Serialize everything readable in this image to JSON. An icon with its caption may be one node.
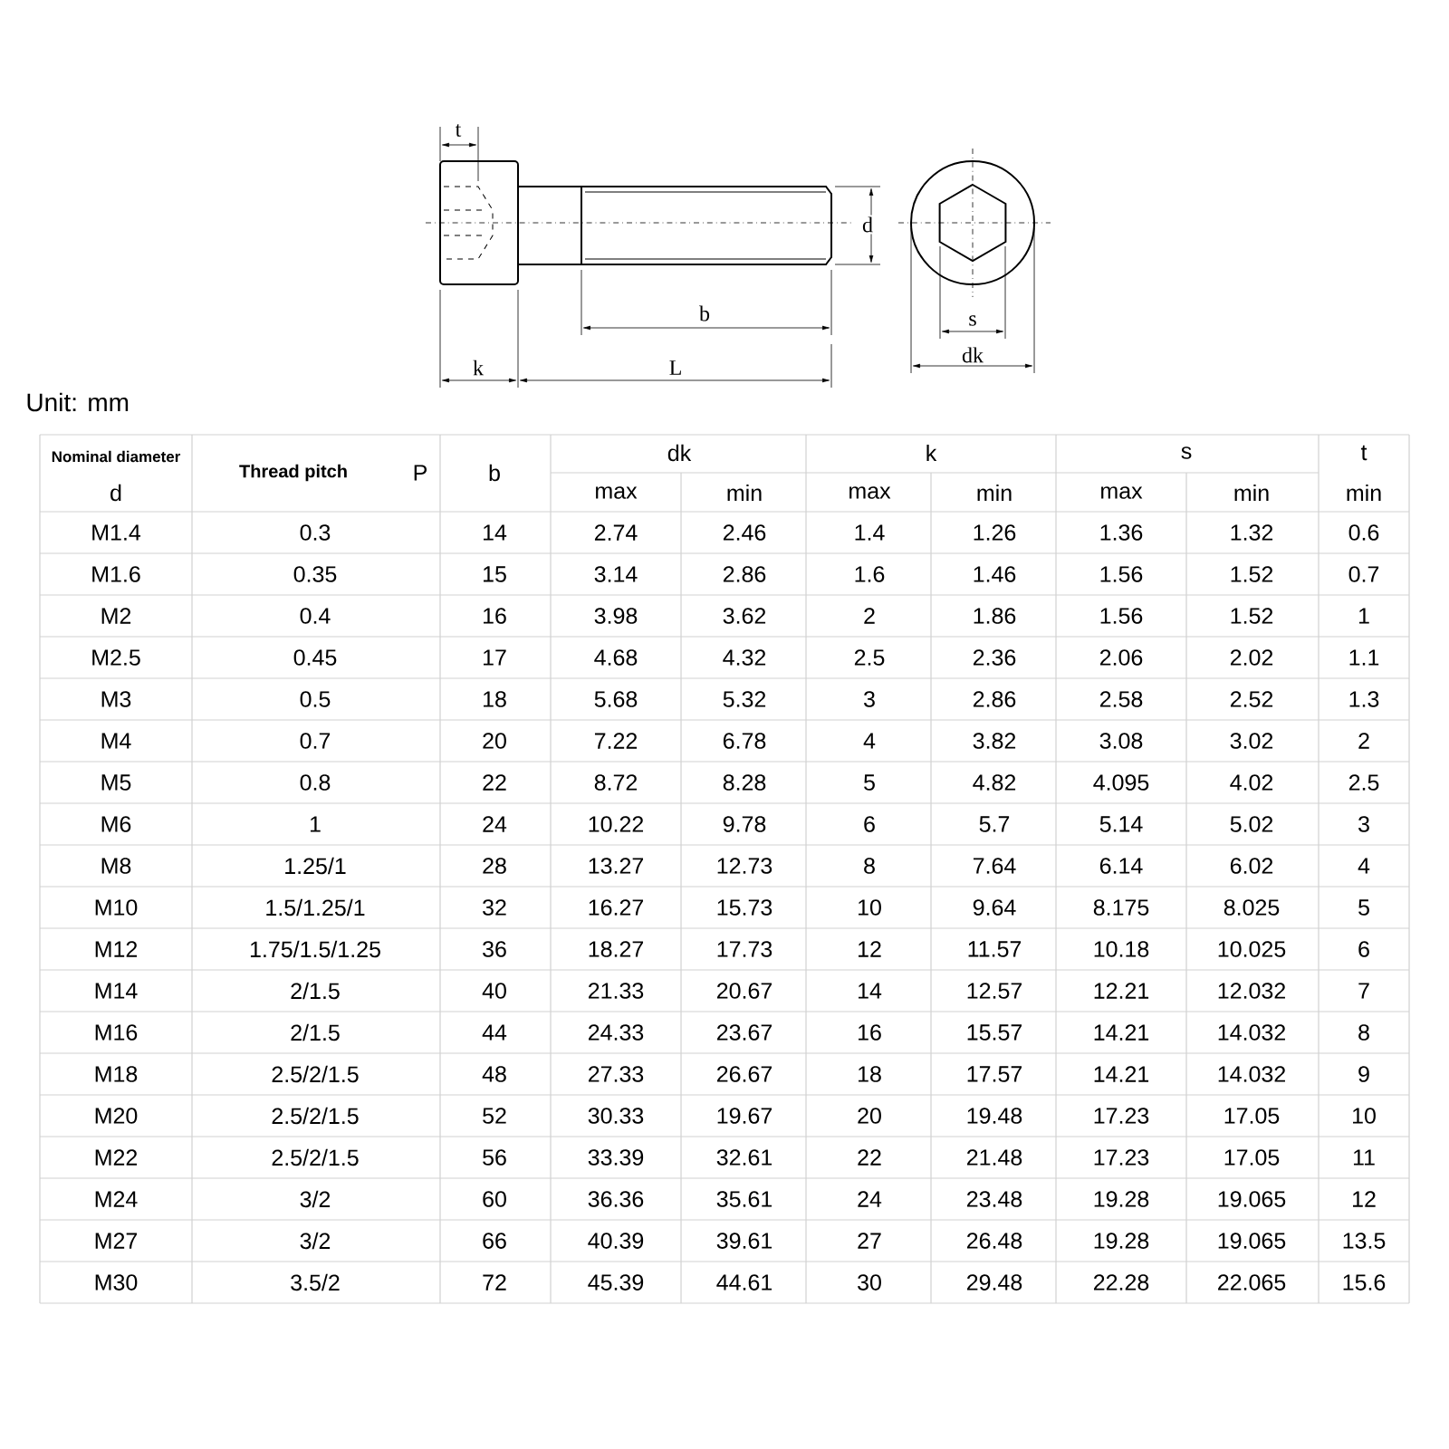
{
  "diagram": {
    "labels": [
      "t",
      "d",
      "b",
      "s",
      "k",
      "L",
      "dk",
      "Unit: mm",
      "Nominal diameter",
      "d",
      "Thread pitch",
      "P",
      "b",
      "dk",
      "k",
      "s",
      "t",
      "max",
      "min",
      "max",
      "min",
      "max",
      "min",
      "min",
      "M1.4",
      "0.3",
      "14",
      "2.74",
      "2.46",
      "1.4",
      "1.26",
      "1.36",
      "1.32",
      "0.6",
      "M1.6",
      "0.35",
      "15",
      "3.14",
      "2.86",
      "1.6",
      "1.46",
      "1.56",
      "1.52",
      "0.7",
      "M2",
      "0.4",
      "16",
      "3.98",
      "3.62",
      "2",
      "1.86",
      "1.56",
      "1.52",
      "1",
      "M2.5",
      "0.45",
      "17",
      "4.68",
      "4.32",
      "2.5",
      "2.36",
      "2.06",
      "2.02",
      "1.1",
      "M3",
      "0.5",
      "18",
      "5.68",
      "5.32",
      "3",
      "2.86",
      "2.58",
      "2.52",
      "1.3",
      "M4",
      "0.7",
      "20",
      "7.22",
      "6.78",
      "4",
      "3.82",
      "3.08",
      "3.02",
      "2",
      "M5",
      "0.8",
      "22",
      "8.72",
      "8.28",
      "5",
      "4.82",
      "4.095",
      "4.02",
      "2.5",
      "M6",
      "1",
      "24",
      "10.22",
      "9.78",
      "6",
      "5.7",
      "5.14",
      "5.02",
      "3",
      "M8",
      "1.25/1",
      "28",
      "13.27",
      "12.73",
      "8",
      "7.64",
      "6.14",
      "6.02",
      "4",
      "M10",
      "1.5/1.25/1",
      "32",
      "16.27",
      "15.73",
      "10",
      "9.64",
      "8.175",
      "8.025",
      "5",
      "M12",
      "1.75/1.5/1.25",
      "36",
      "18.27",
      "17.73",
      "12",
      "11.57",
      "10.18",
      "10.025",
      "6",
      "M14",
      "2/1.5",
      "40",
      "21.33",
      "20.67",
      "14",
      "12.57",
      "12.21",
      "12.032",
      "7",
      "M16",
      "2/1.5",
      "44",
      "24.33",
      "23.67",
      "16",
      "15.57",
      "14.21",
      "14.032",
      "8",
      "M18",
      "2.5/2/1.5",
      "48",
      "27.33",
      "26.67",
      "18",
      "17.57",
      "14.21",
      "14.032",
      "9",
      "M20",
      "2.5/2/1.5",
      "52",
      "30.33",
      "19.67",
      "20",
      "19.48",
      "17.23",
      "17.05",
      "10",
      "M22",
      "2.5/2/1.5",
      "56",
      "33.39",
      "32.61",
      "22",
      "21.48",
      "17.23",
      "17.05",
      "11",
      "M24",
      "3/2",
      "60",
      "36.36",
      "35.61",
      "24",
      "23.48",
      "19.28",
      "19.065",
      "12",
      "M27",
      "3/2",
      "66",
      "40.39",
      "39.61",
      "27",
      "26.48",
      "19.28",
      "19.065",
      "13.5",
      "M30",
      "3.5/2",
      "72",
      "45.39",
      "44.61",
      "30",
      "29.48",
      "22.28",
      "22.065",
      "15.6"
    ]
  }
}
